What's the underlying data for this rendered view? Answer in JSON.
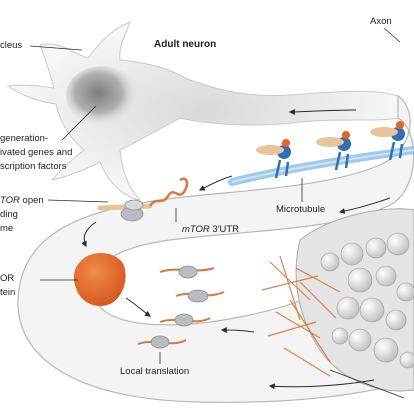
{
  "title": "Adult neuron",
  "labels": {
    "nucleus": "cleus",
    "axon": "Axon",
    "regen_1": "generation-",
    "regen_2": "ivated genes and",
    "regen_3": "scription factors",
    "orf_1_em": "TOR",
    "orf_1_rest": " open",
    "orf_2": "ding",
    "orf_3": "me",
    "utr_em": "mTOR",
    "utr_rest": " 3′UTR",
    "microtubule": "Microtubule",
    "protein_1": "OR",
    "protein_2": "tein",
    "local_translation": "Local translation"
  },
  "colors": {
    "mtor_orange": "#e8631f",
    "mrna_orange": "#d9773a",
    "microtubule_blue": "#8fc1e3",
    "motor_blue": "#2f6fb3",
    "ribosome_grey": "#b9bcc2",
    "outline_grey": "#9a9a9a"
  }
}
